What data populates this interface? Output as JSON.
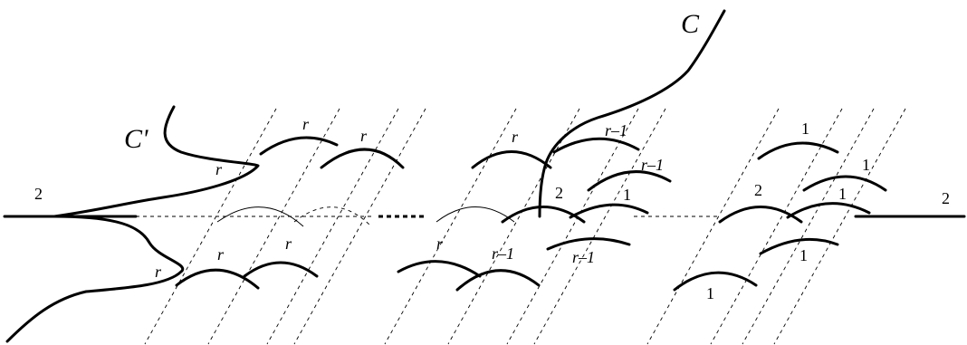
{
  "curves": {
    "C": "C",
    "C_prime": "C'"
  },
  "labels": {
    "left_2": "2",
    "right_2": "2",
    "group1_top_r1": "r",
    "group1_top_r2": "r",
    "group1_mid_r": "r",
    "group1_bot_r1": "r",
    "group1_bot_r2": "r",
    "group1_low_r": "r",
    "group2_top_r": "r",
    "group2_top_rm1": "r–1",
    "group2_mid_rm1": "r–1",
    "group2_two": "2",
    "group2_one": "1",
    "group2_bot_r": "r",
    "group2_bot_rm1a": "r–1",
    "group2_bot_rm1b": "r–1",
    "group3_top_1a": "1",
    "group3_top_1b": "1",
    "group3_two": "2",
    "group3_one": "1",
    "group3_bot_1a": "1",
    "group3_bot_1b": "1"
  }
}
